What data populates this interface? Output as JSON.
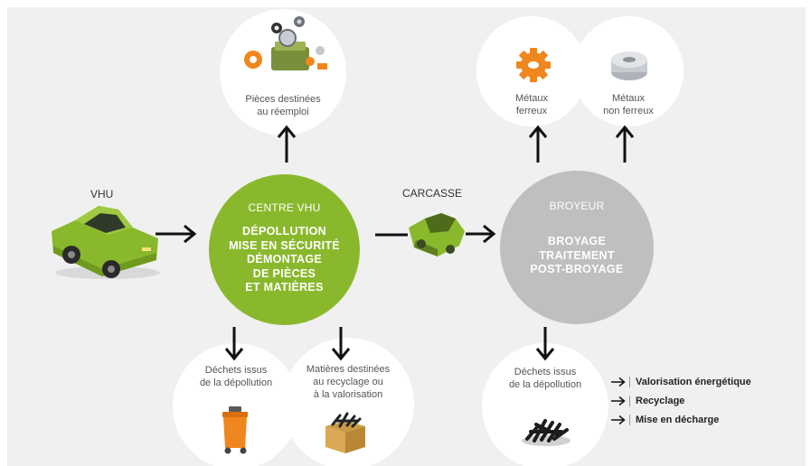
{
  "labels": {
    "vhu": "VHU",
    "carcasse": "CARCASSE"
  },
  "centre": {
    "title": "CENTRE VHU",
    "body": "DÉPOLLUTION\nMISE EN SÉCURITÉ\nDÉMONTAGE\nDE PIÈCES\nET MATIÈRES",
    "color": "#8ab82c"
  },
  "broyeur": {
    "title": "BROYEUR",
    "body": "BROYAGE\nTRAITEMENT\nPOST-BROYAGE",
    "color": "#bfbfbf"
  },
  "outputs": {
    "reemploi": "Pièces destinées\nau réemploi",
    "ferreux": "Métaux\nferreux",
    "non_ferreux": "Métaux\nnon ferreux",
    "dechets_centre": "Déchets issus\nde la dépollution",
    "recyclage": "Matières destinées\nau recyclage ou\nà la valorisation",
    "dechets_broyeur": "Déchets issus\nde la dépollution"
  },
  "legend": [
    "Valorisation énergétique",
    "Recyclage",
    "Mise en décharge"
  ],
  "icons": [
    "car-icon",
    "engine-parts-icon",
    "gear-icon",
    "spool-icon",
    "carcass-icon",
    "waste-bin-icon",
    "scrap-box-icon",
    "scrap-pile-icon",
    "arrow-icon"
  ],
  "colors": {
    "accent_green": "#8ab82c",
    "grey": "#bfbfbf",
    "orange": "#f0861e",
    "background": "#f0f0f0"
  }
}
